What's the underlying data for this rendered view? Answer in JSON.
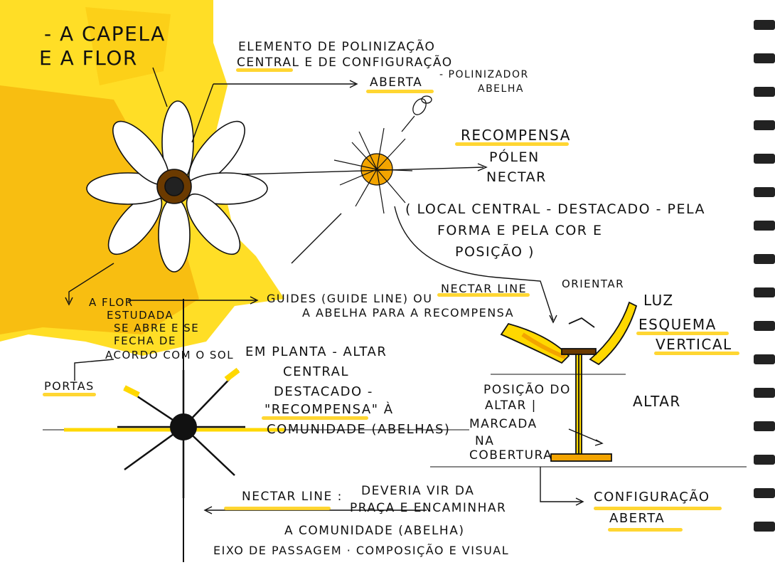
{
  "colors": {
    "ink": "#111111",
    "marker_yellow": "#ffd800",
    "marker_orange": "#f3a400",
    "highlight": "#ffd21c",
    "paper": "#ffffff",
    "binding": "#222222"
  },
  "icons": [
    "flower-icon",
    "flower-center-icon",
    "bee-icon",
    "floor-plan-star-icon",
    "chapel-section-icon",
    "arrow-icon"
  ],
  "title": {
    "line1": "- A CAPELA",
    "line2": "E A FLOR"
  },
  "notes": {
    "elemento_1": "ELEMENTO DE POLINIZAÇÃO",
    "elemento_2": "CENTRAL E DE CONFIGURAÇÃO",
    "aberta": "ABERTA",
    "polinizador_1": "- POLINIZADOR",
    "polinizador_2": "ABELHA",
    "recompensa": "RECOMPENSA",
    "polen": "PÓLEN",
    "nectar": "NECTAR",
    "local_1": "( LOCAL CENTRAL - DESTACADO - PELA",
    "local_2": "FORMA  E  PELA  COR  E",
    "local_3": "POSIÇÃO )",
    "flor_1": "A FLOR",
    "flor_2": "ESTUDADA",
    "flor_3": "SE ABRE E SE",
    "flor_4": "FECHA DE",
    "flor_5": "ACORDO COM O SOL",
    "guides_1": "GUIDES  (GUIDE LINE)  OU",
    "guides_hl": "NECTAR LINE",
    "orientar": "ORIENTAR",
    "guides_2": "A ABELHA  PARA  A RECOMPENSA",
    "luz": "LUZ",
    "esquema_1": "ESQUEMA",
    "esquema_2": "VERTICAL",
    "portas": "PORTAS",
    "planta_1": "EM PLANTA - ALTAR",
    "planta_2": "CENTRAL",
    "planta_3": "DESTACADO -",
    "planta_4": "\"RECOMPENSA\" À",
    "planta_5": "COMUNIDADE (ABELHAS)",
    "posicao_1": "POSIÇÃO DO",
    "posicao_2": "ALTAR |",
    "posicao_3": "MARCADA",
    "posicao_4": "NA",
    "posicao_5": "COBERTURA",
    "altar": "ALTAR",
    "config_1": "CONFIGURAÇÃO",
    "config_2": "ABERTA",
    "nectar_line": "NECTAR LINE :",
    "deveria_1": "DEVERIA VIR DA",
    "deveria_2": "PRAÇA E ENCAMINHAR",
    "deveria_3": "A COMUNIDADE (ABELHA)",
    "eixo": "EIXO DE PASSAGEM · COMPOSIÇÃO E VISUAL"
  }
}
